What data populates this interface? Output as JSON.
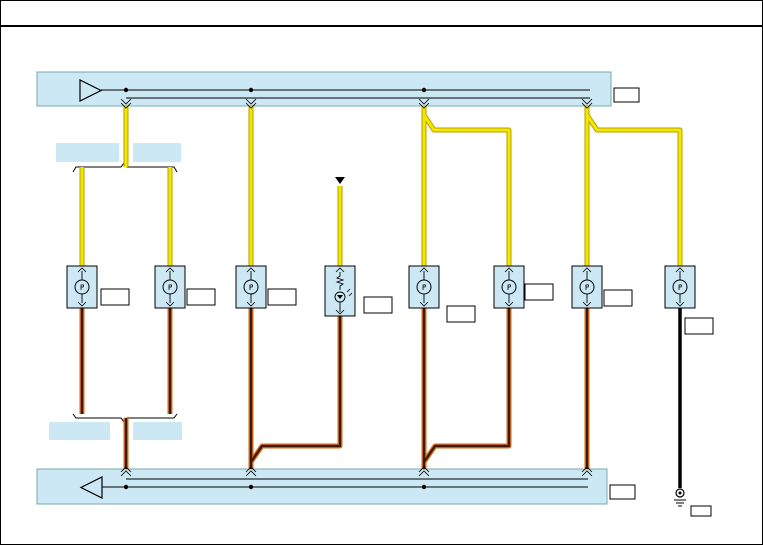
{
  "title": "",
  "colors": {
    "bus_fill": "#cce8f5",
    "wire_yellow": "#f5e600",
    "wire_brown": "#7a3b12",
    "wire_black": "#000000",
    "wire_orange_outline": "#d2691e",
    "component_fill": "#cce8f5"
  },
  "icons": {
    "bus_top_arrow": "arrow-right-triangle-icon",
    "bus_bottom_arrow": "arrow-left-triangle-icon",
    "ground": "ground-icon",
    "feed": "down-arrow-icon"
  },
  "lamps": [
    {
      "type": "bulb"
    },
    {
      "type": "bulb"
    },
    {
      "type": "bulb"
    },
    {
      "type": "led"
    },
    {
      "type": "bulb"
    },
    {
      "type": "bulb"
    },
    {
      "type": "bulb"
    },
    {
      "type": "bulb"
    }
  ]
}
